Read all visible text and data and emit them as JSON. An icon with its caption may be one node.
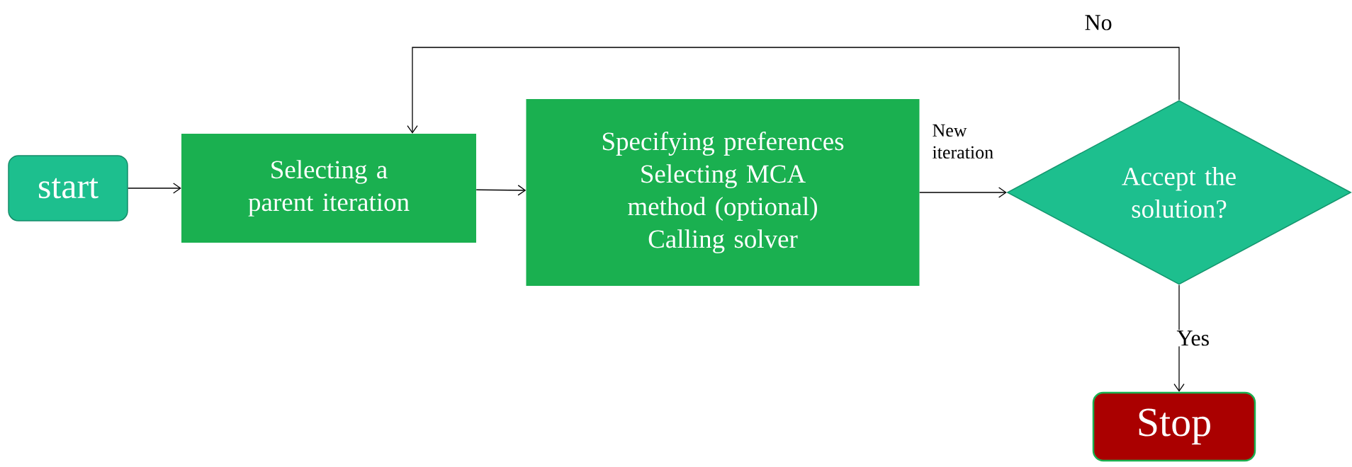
{
  "diagram": {
    "nodes": [
      {
        "text": [
          "start"
        ]
      },
      {
        "text": [
          "Selecting a parent iteration"
        ]
      },
      {
        "text": [
          "Specifying preferences",
          "Selecting MCA method (optional)",
          "Calling solver"
        ]
      },
      {
        "text": [
          "Accept the solution?"
        ]
      },
      {
        "text": [
          "Stop"
        ]
      }
    ],
    "edges": [
      {
        "from": 0,
        "to": 1,
        "arrow": "to"
      },
      {
        "from": 1,
        "to": 2,
        "arrow": "to"
      },
      {
        "from": 2,
        "to": 3,
        "arrow": "to",
        "label": "New iteration"
      },
      {
        "from": 3,
        "to": 4,
        "arrow": "to",
        "label": "Yes"
      },
      {
        "from": 3,
        "to": 1,
        "arrow": "to",
        "label": "No"
      }
    ]
  }
}
